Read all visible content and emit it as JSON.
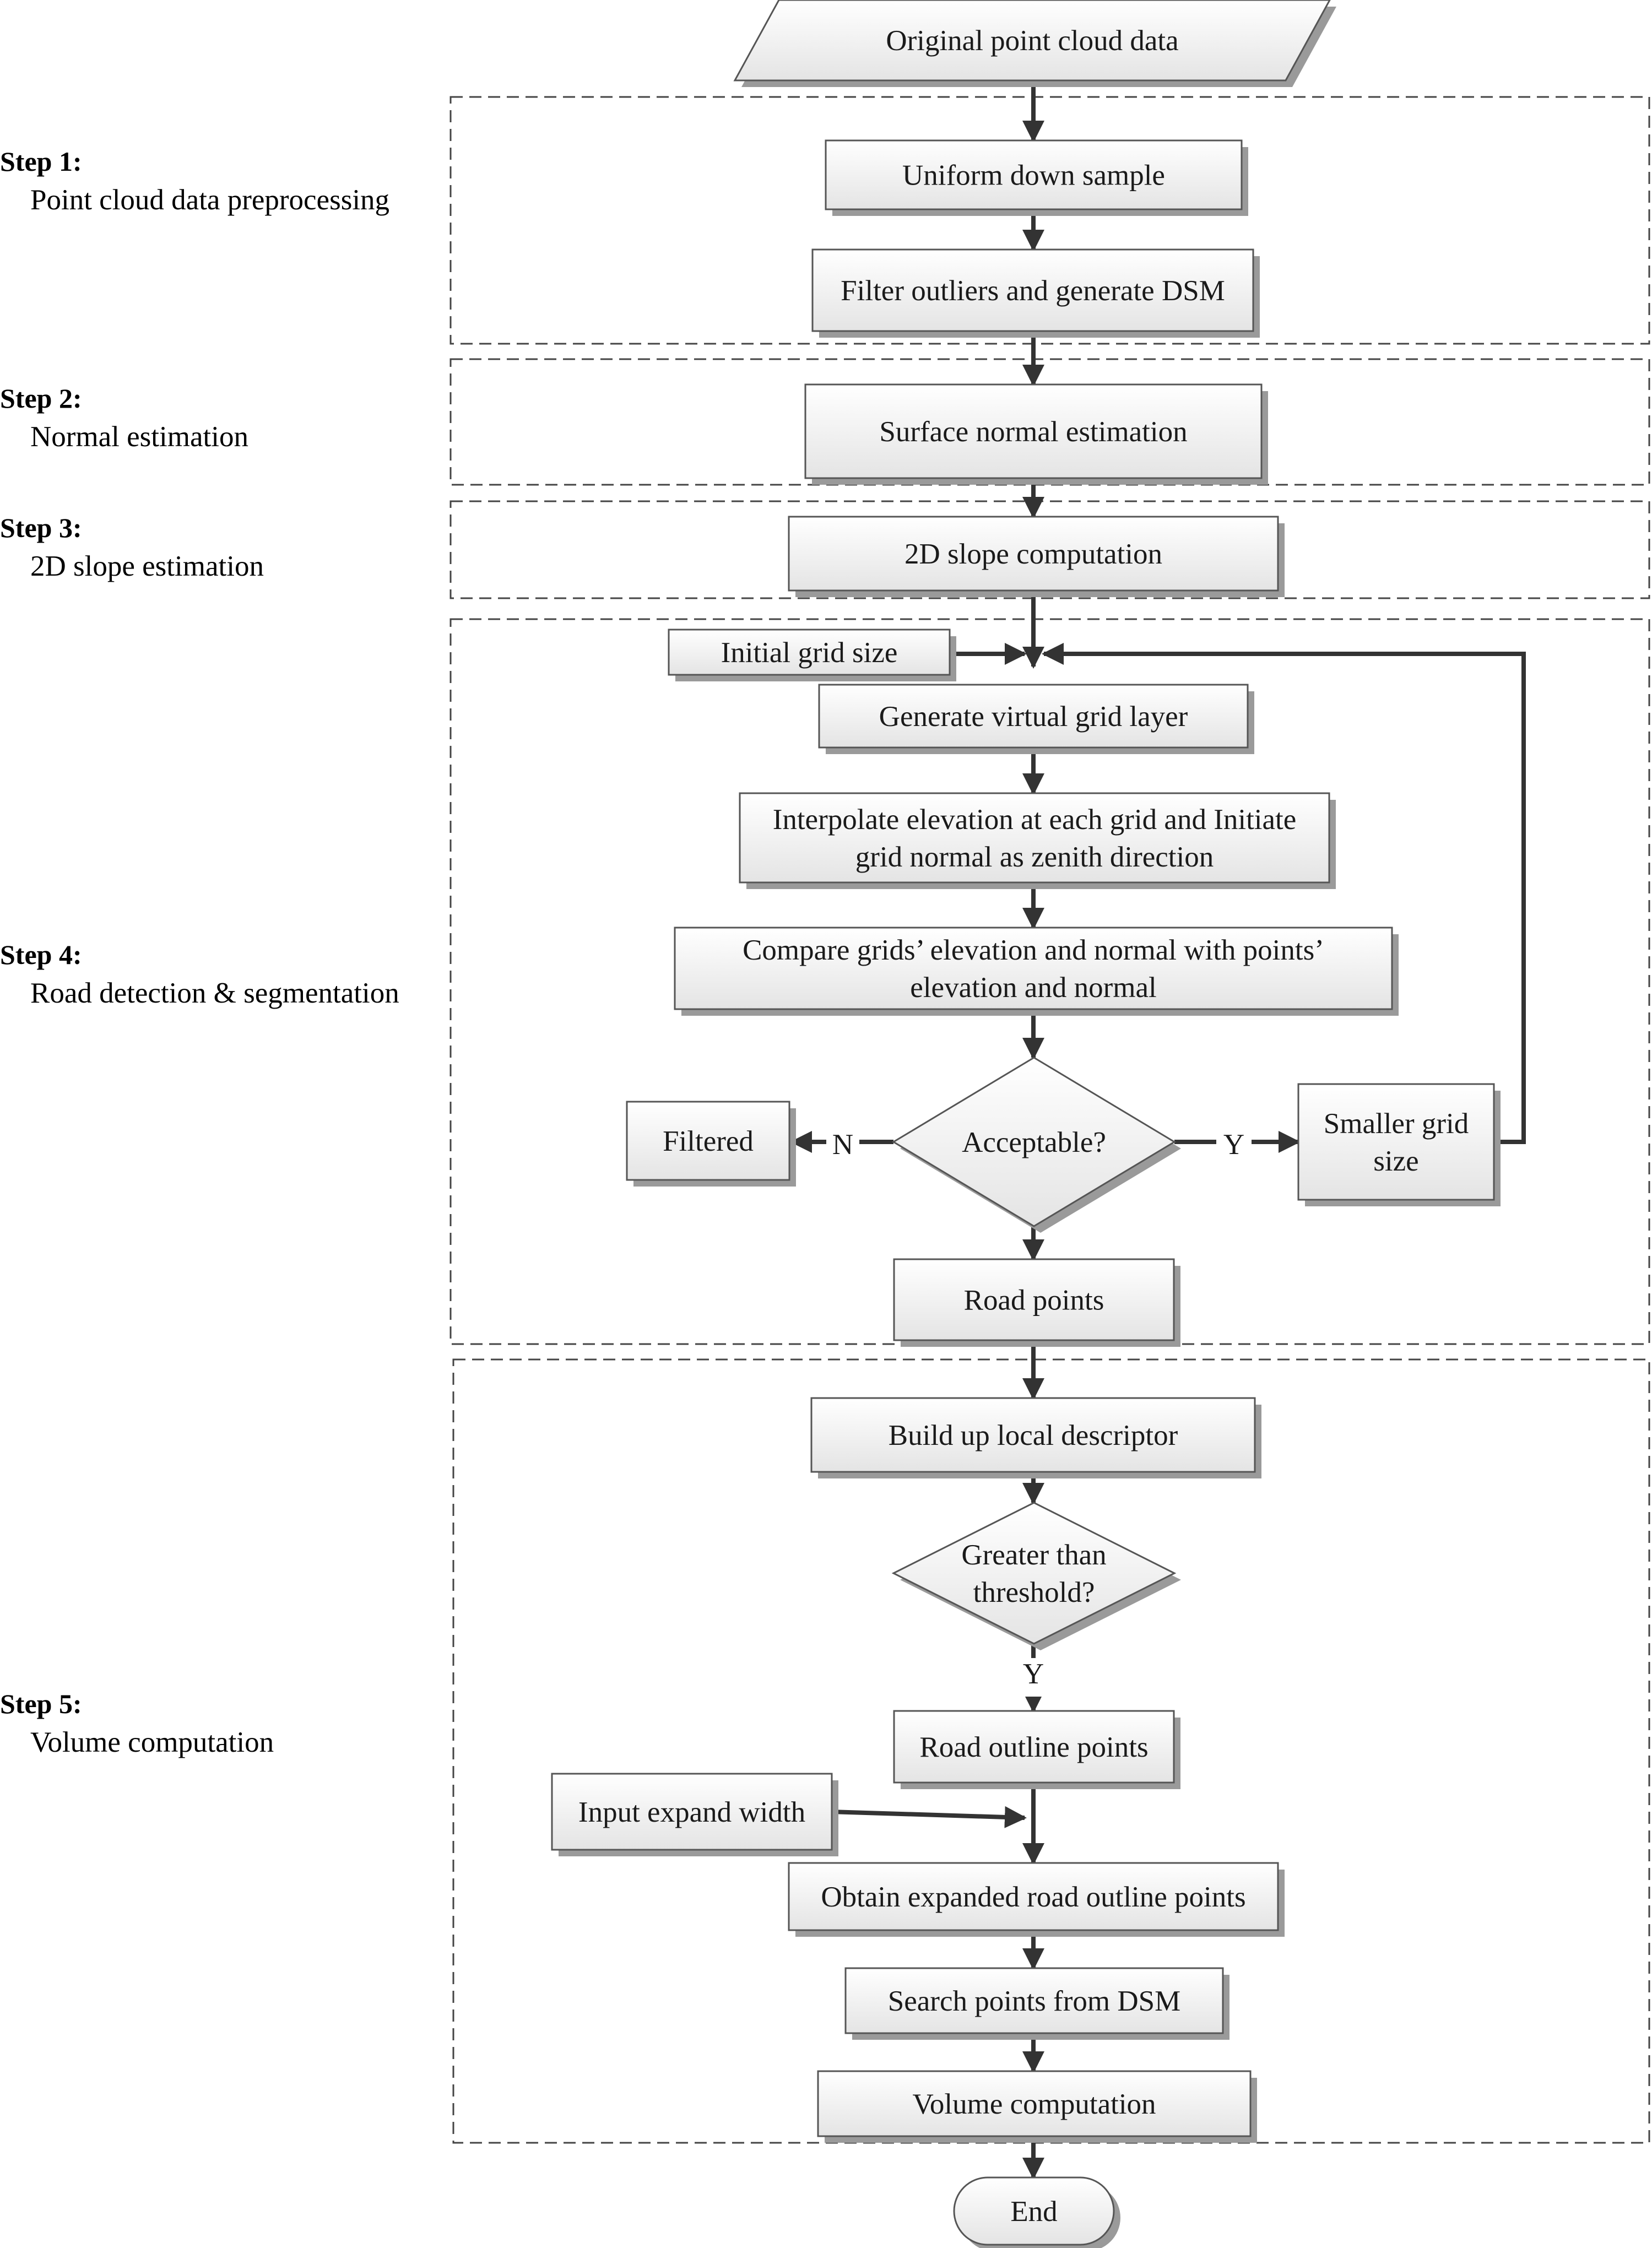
{
  "steps": [
    {
      "id": "step1",
      "title": "Step 1:",
      "desc": "Point cloud data preprocessing"
    },
    {
      "id": "step2",
      "title": "Step 2:",
      "desc": "Normal estimation"
    },
    {
      "id": "step3",
      "title": "Step 3:",
      "desc": "2D slope estimation"
    },
    {
      "id": "step4",
      "title": "Step 4:",
      "desc": "Road detection & segmentation"
    },
    {
      "id": "step5",
      "title": "Step 5:",
      "desc": "Volume computation"
    }
  ],
  "nodes": [
    {
      "id": "start",
      "shape": "parallelogram",
      "lines": [
        "Original point cloud data"
      ]
    },
    {
      "id": "downsample",
      "shape": "rect",
      "lines": [
        "Uniform down sample"
      ]
    },
    {
      "id": "filter",
      "shape": "rect",
      "lines": [
        "Filter outliers and generate DSM"
      ]
    },
    {
      "id": "normal",
      "shape": "rect",
      "lines": [
        "Surface normal estimation"
      ]
    },
    {
      "id": "slope",
      "shape": "rect",
      "lines": [
        "2D slope computation"
      ]
    },
    {
      "id": "initgrid",
      "shape": "rect",
      "lines": [
        "Initial grid size"
      ]
    },
    {
      "id": "virtualgrid",
      "shape": "rect",
      "lines": [
        "Generate virtual grid layer"
      ]
    },
    {
      "id": "interpolate",
      "shape": "rect",
      "lines": [
        "Interpolate elevation at each grid and Initiate",
        "grid normal as zenith direction"
      ]
    },
    {
      "id": "compare",
      "shape": "rect",
      "lines": [
        "Compare grids’ elevation and normal with points’",
        "elevation and normal"
      ]
    },
    {
      "id": "acceptable",
      "shape": "diamond",
      "lines": [
        "Acceptable?"
      ]
    },
    {
      "id": "filtered",
      "shape": "rect",
      "lines": [
        "Filtered"
      ]
    },
    {
      "id": "smaller",
      "shape": "rect",
      "lines": [
        "Smaller grid",
        "size"
      ]
    },
    {
      "id": "roadpoints",
      "shape": "rect",
      "lines": [
        "Road points"
      ]
    },
    {
      "id": "descriptor",
      "shape": "rect",
      "lines": [
        "Build up local descriptor"
      ]
    },
    {
      "id": "threshold",
      "shape": "diamond",
      "lines": [
        "Greater than",
        "threshold?"
      ]
    },
    {
      "id": "outline",
      "shape": "rect",
      "lines": [
        "Road outline points"
      ]
    },
    {
      "id": "expandwidth",
      "shape": "rect",
      "lines": [
        "Input expand width"
      ]
    },
    {
      "id": "expanded",
      "shape": "rect",
      "lines": [
        "Obtain expanded road outline points"
      ]
    },
    {
      "id": "searchdsm",
      "shape": "rect",
      "lines": [
        "Search points from DSM"
      ]
    },
    {
      "id": "volume",
      "shape": "rect",
      "lines": [
        "Volume computation"
      ]
    },
    {
      "id": "end",
      "shape": "terminator",
      "lines": [
        "End"
      ]
    }
  ],
  "edges": [
    {
      "from": "start",
      "to": "downsample",
      "label": ""
    },
    {
      "from": "downsample",
      "to": "filter",
      "label": ""
    },
    {
      "from": "filter",
      "to": "normal",
      "label": ""
    },
    {
      "from": "normal",
      "to": "slope",
      "label": ""
    },
    {
      "from": "slope",
      "to": "virtualgrid",
      "label": ""
    },
    {
      "from": "initgrid",
      "to": "virtualgrid",
      "label": ""
    },
    {
      "from": "virtualgrid",
      "to": "interpolate",
      "label": ""
    },
    {
      "from": "interpolate",
      "to": "compare",
      "label": ""
    },
    {
      "from": "compare",
      "to": "acceptable",
      "label": ""
    },
    {
      "from": "acceptable",
      "to": "filtered",
      "label": "N"
    },
    {
      "from": "acceptable",
      "to": "smaller",
      "label": "Y"
    },
    {
      "from": "smaller",
      "to": "virtualgrid",
      "label": ""
    },
    {
      "from": "acceptable",
      "to": "roadpoints",
      "label": ""
    },
    {
      "from": "roadpoints",
      "to": "descriptor",
      "label": ""
    },
    {
      "from": "descriptor",
      "to": "threshold",
      "label": ""
    },
    {
      "from": "threshold",
      "to": "outline",
      "label": "Y"
    },
    {
      "from": "outline",
      "to": "expanded",
      "label": ""
    },
    {
      "from": "expandwidth",
      "to": "expanded",
      "label": ""
    },
    {
      "from": "expanded",
      "to": "searchdsm",
      "label": ""
    },
    {
      "from": "searchdsm",
      "to": "volume",
      "label": ""
    },
    {
      "from": "volume",
      "to": "end",
      "label": ""
    }
  ]
}
